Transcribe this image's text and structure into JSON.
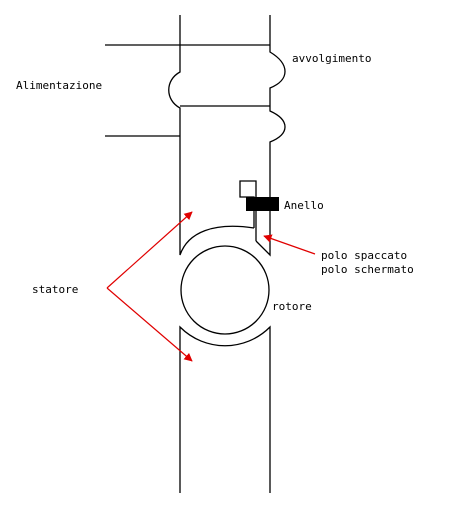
{
  "labels": {
    "alimentazione": "Alimentazione",
    "avvolgimento": "avvolgimento",
    "anello": "Anello",
    "polo_line1": "polo spaccato",
    "polo_line2": "polo schermato",
    "statore": "statore",
    "rotore": "rotore"
  },
  "colors": {
    "line": "#000000",
    "arrow": "#e00000",
    "ring": "#000000",
    "background": "#ffffff"
  }
}
